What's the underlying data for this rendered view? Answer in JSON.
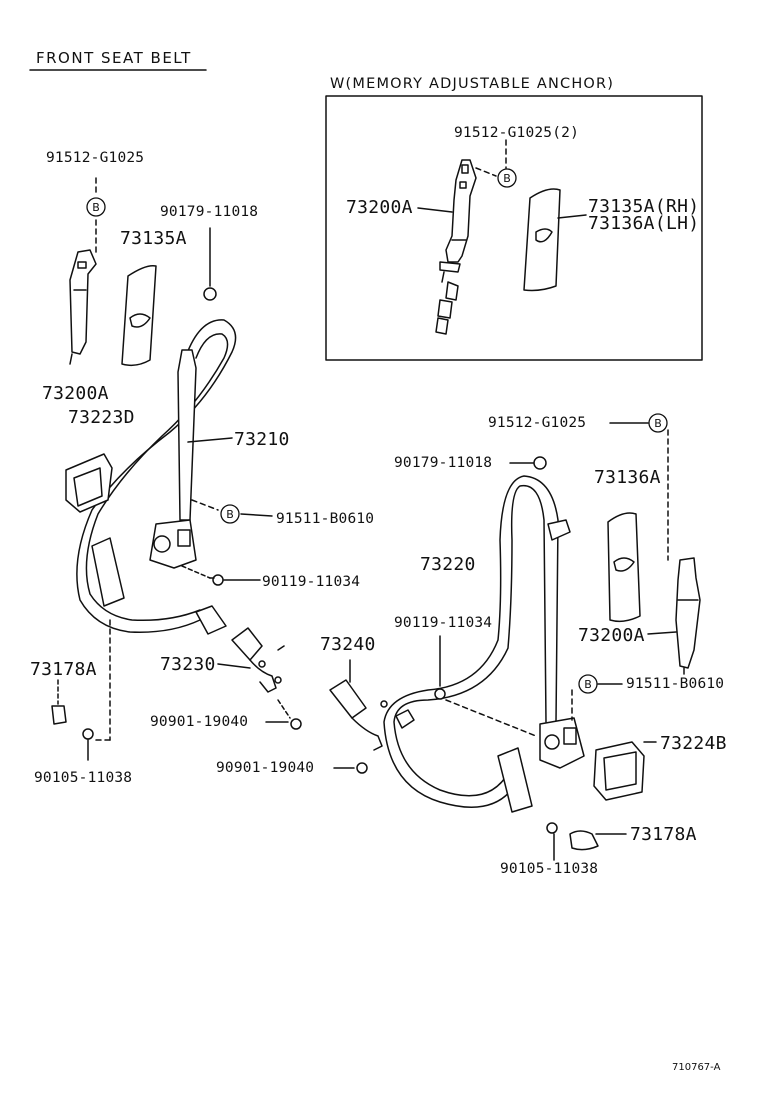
{
  "title": "FRONT SEAT BELT",
  "inset_title": "W(MEMORY ADJUSTABLE ANCHOR)",
  "inset": {
    "bolt_ref": "91512-G1025(2)",
    "anchor": "73200A",
    "cover_rh": "73135A(RH)",
    "cover_lh": "73136A(LH)"
  },
  "marker_b": "B",
  "left": {
    "bolt_ref": "91512-G1025",
    "nut": "90179-11018",
    "cover": "73135A",
    "anchor": "73200A",
    "retractor_cover": "73223D",
    "belt": "73210",
    "bolt_b": "91511-B0610",
    "screw": "90119-11034",
    "buckle": "73230",
    "cap": "73178A",
    "bolt_buckle": "90901-19040",
    "bolt_floor": "90105-11038"
  },
  "right": {
    "bolt_ref": "91512-G1025",
    "nut": "90179-11018",
    "cover": "73136A",
    "belt": "73220",
    "screw": "90119-11034",
    "anchor": "73200A",
    "bolt_b": "91511-B0610",
    "buckle": "73240",
    "retractor_cover": "73224B",
    "bolt_buckle": "90901-19040",
    "cap": "73178A",
    "bolt_floor": "90105-11038"
  },
  "footer_code": "710767-A"
}
